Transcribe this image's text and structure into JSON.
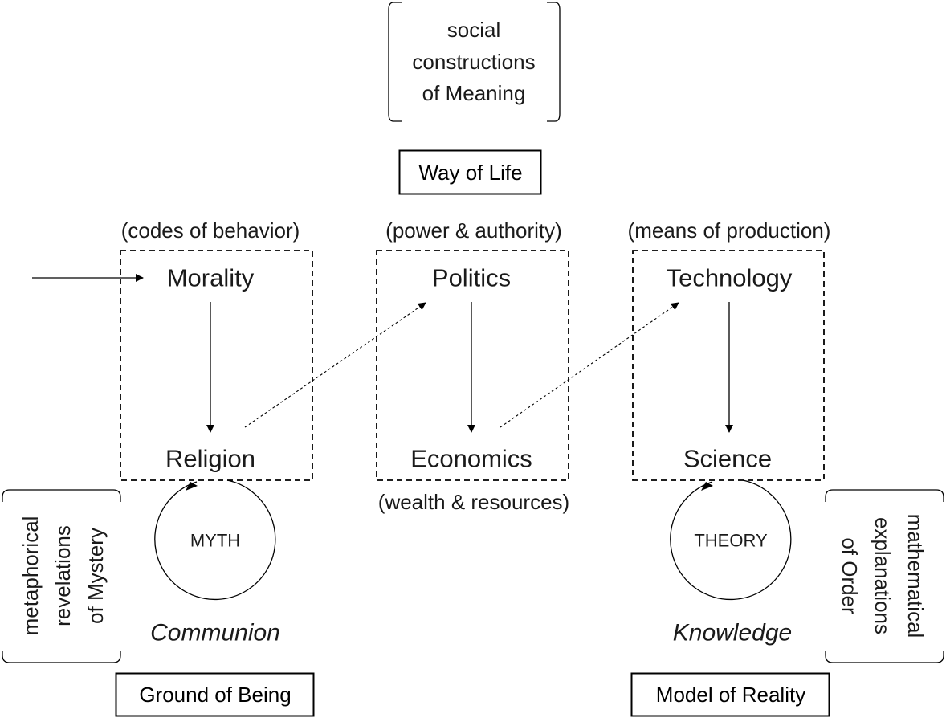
{
  "top_panel": {
    "lines": [
      "social",
      "constructions",
      "of Meaning"
    ]
  },
  "way_of_life": "Way of Life",
  "columns": [
    {
      "caption": "(codes of behavior)",
      "top": "Morality",
      "bottom": "Religion"
    },
    {
      "caption": "(power & authority)",
      "top": "Politics",
      "bottom": "Economics",
      "bottom_caption": "(wealth & resources)"
    },
    {
      "caption": "(means of production)",
      "top": "Technology",
      "bottom": "Science"
    }
  ],
  "left": {
    "cycle": "MYTH",
    "mode": "Communion",
    "box": "Ground of Being",
    "panel": [
      "metaphorical",
      "revelations",
      "of Mystery"
    ]
  },
  "right": {
    "cycle": "THEORY",
    "mode": "Knowledge",
    "box": "Model of Reality",
    "panel": [
      "mathematical",
      "explanations",
      "of Order"
    ]
  }
}
